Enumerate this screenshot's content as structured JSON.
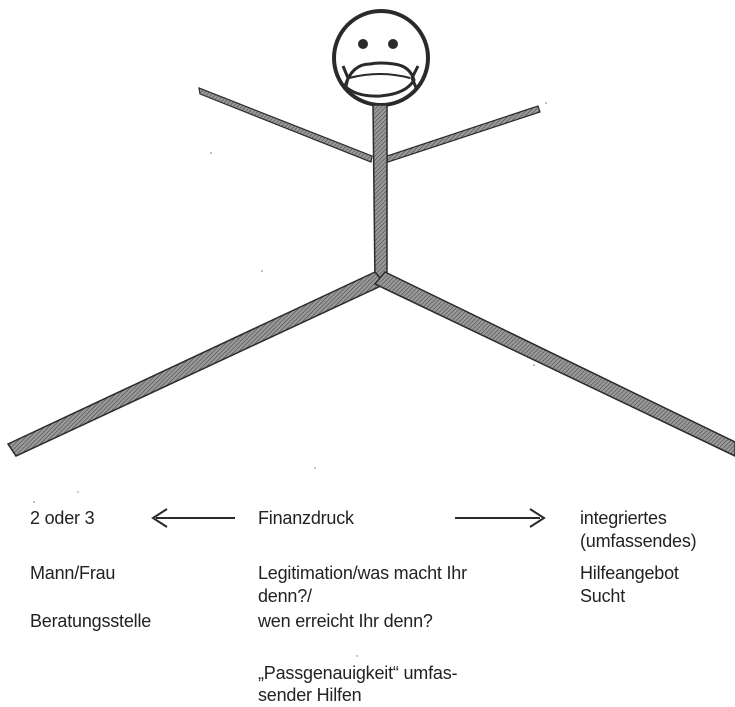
{
  "colors": {
    "ink": "#2a2a2a",
    "limb_fill": "#7d7d7d"
  },
  "figure": {
    "face_icon": "sad-face-icon",
    "left_arrow_icon": "arrow-left-icon",
    "right_arrow_icon": "arrow-right-icon"
  },
  "left_column": {
    "number": "2 oder 3",
    "persons": "Mann/Frau",
    "office": "Beratungsstelle"
  },
  "middle_column": {
    "pressure": "Finanzdruck",
    "legitimation_line1": "Legitimation/was macht Ihr",
    "legitimation_line2": "denn?/",
    "legitimation_line3": "wen erreicht Ihr denn?",
    "fit_line1": "„Passgenauigkeit“ umfas-",
    "fit_line2": "sender Hilfen"
  },
  "right_column": {
    "line1": "integriertes",
    "line2": "(umfassendes)",
    "line3": "Hilfeangebot",
    "line4": "Sucht"
  }
}
